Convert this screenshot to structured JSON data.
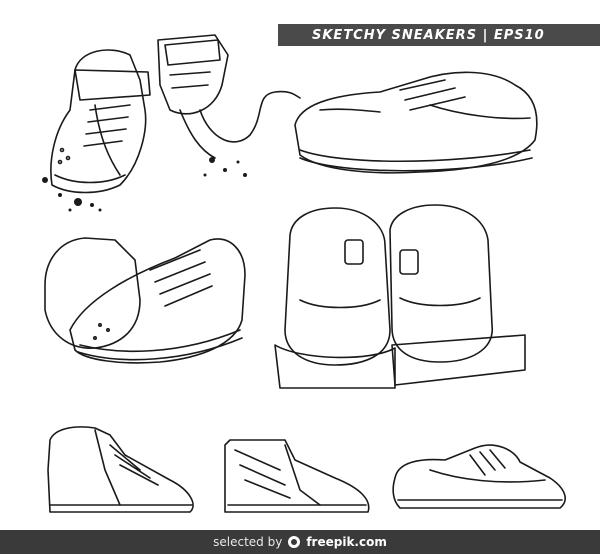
{
  "header": {
    "title": "SKETCHY SNEAKERS | EPS10"
  },
  "footer": {
    "selected_by": "selected by",
    "brand": "freepik.com"
  },
  "colors": {
    "banner": "#4a4a4a",
    "footer": "#3a3a3a",
    "ink": "#1a1a1a"
  }
}
